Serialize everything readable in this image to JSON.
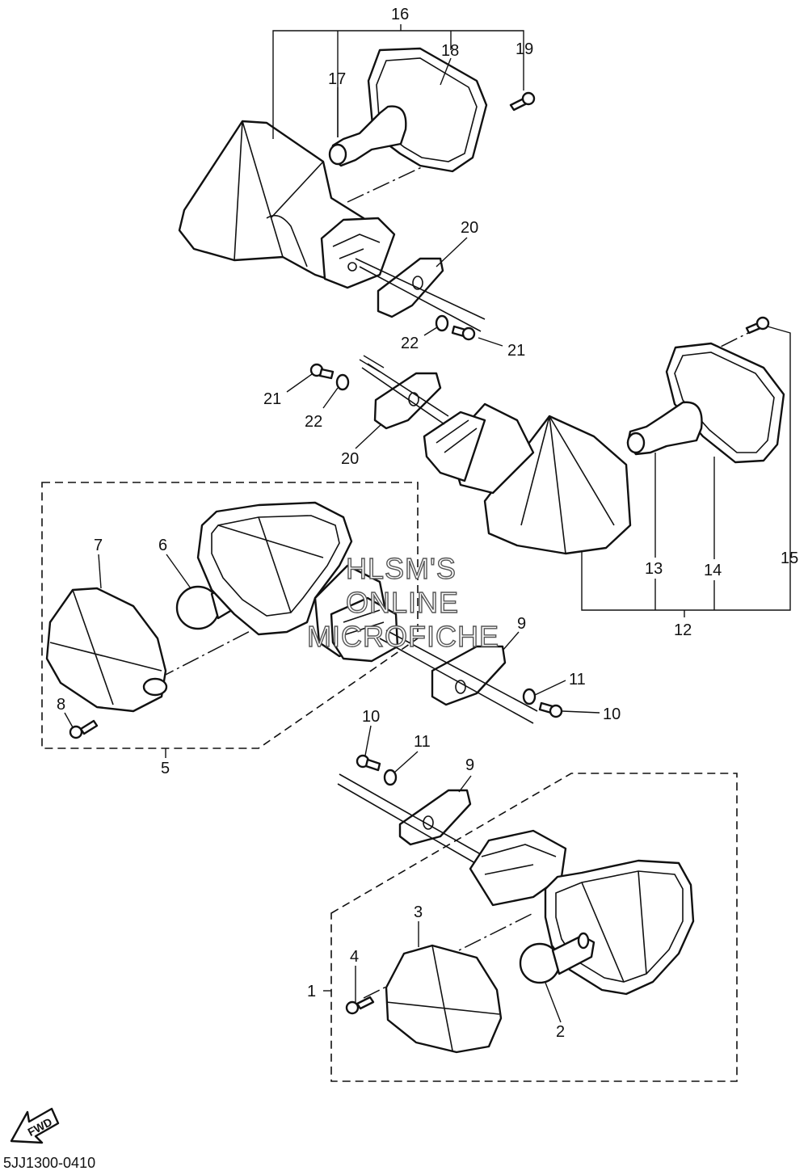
{
  "callouts": {
    "c1": "1",
    "c2": "2",
    "c3": "3",
    "c4": "4",
    "c5": "5",
    "c6": "6",
    "c7": "7",
    "c8": "8",
    "c9a": "9",
    "c9b": "9",
    "c10a": "10",
    "c10b": "10",
    "c11a": "11",
    "c11b": "11",
    "c12": "12",
    "c13": "13",
    "c14": "14",
    "c15": "15",
    "c16": "16",
    "c17": "17",
    "c18": "18",
    "c19": "19",
    "c20a": "20",
    "c20b": "20",
    "c21a": "21",
    "c21b": "21",
    "c22a": "22",
    "c22b": "22"
  },
  "watermark": {
    "line1": "HLSM'S",
    "line2": "ONLINE",
    "line3": "MICROFICHE"
  },
  "fwd_label": "FWD",
  "diagram_code": "5JJ1300-0410"
}
